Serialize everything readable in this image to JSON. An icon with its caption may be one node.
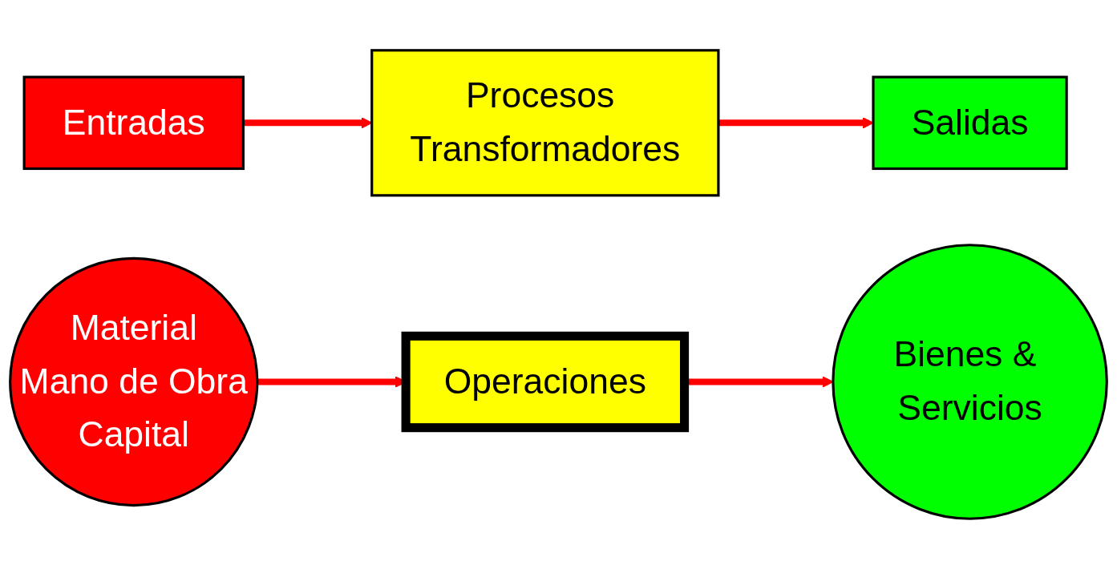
{
  "diagram": {
    "nodes": [
      {
        "text": [
          "Entradas"
        ]
      },
      {
        "text": [
          "Procesos Transformadores"
        ]
      },
      {
        "text": [
          "Salidas"
        ]
      },
      {
        "text": [
          "Material",
          "Mano de Obra",
          "Capital"
        ]
      },
      {
        "text": [
          "Operaciones"
        ]
      },
      {
        "text": [
          "Bienes & Servicios"
        ]
      }
    ],
    "edges": [
      {
        "from": 0,
        "to": 1,
        "arrow": "to"
      },
      {
        "from": 1,
        "to": 2,
        "arrow": "to"
      },
      {
        "from": 3,
        "to": 4,
        "arrow": "to"
      },
      {
        "from": 4,
        "to": 5,
        "arrow": "to"
      }
    ]
  }
}
